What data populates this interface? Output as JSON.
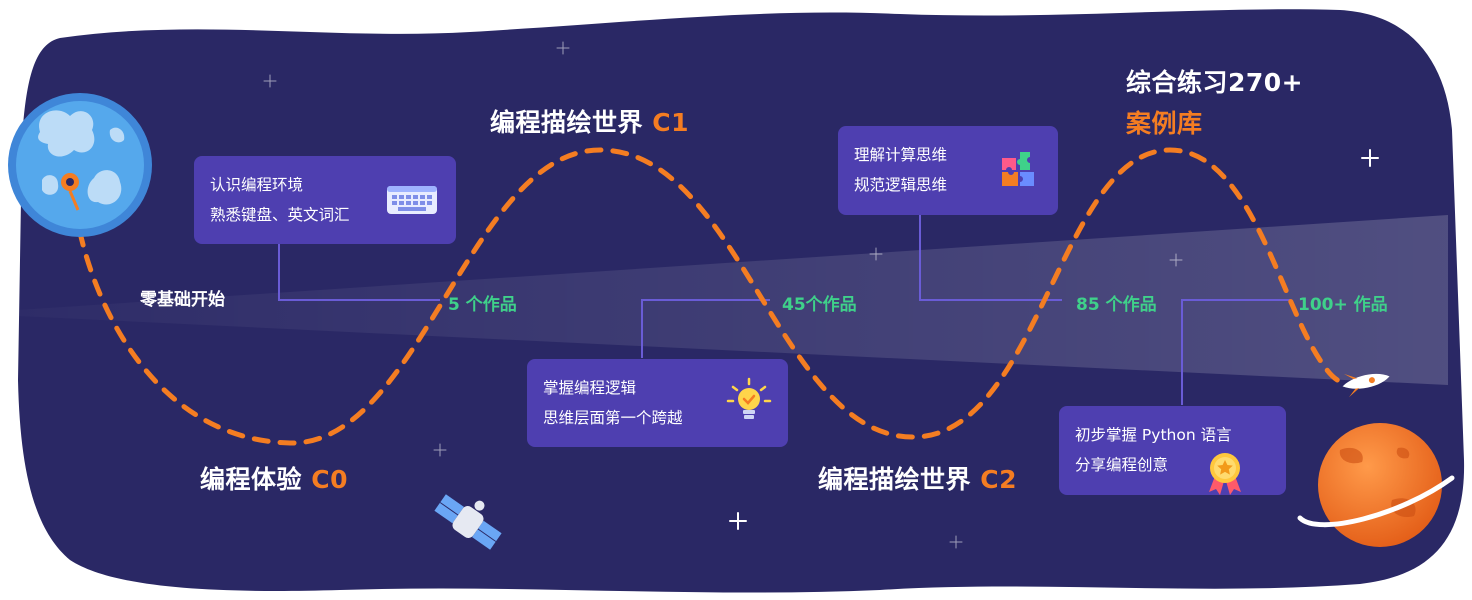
{
  "colors": {
    "background": "#2a2865",
    "card": "#4e3fb0",
    "path_dash": "#f47d22",
    "stage_code": "#f47d22",
    "count_text": "#3fd18a",
    "connector": "#6a5cd6"
  },
  "start_label": "零基础开始",
  "stages": {
    "c0": {
      "name": "编程体验",
      "code": "C0"
    },
    "c1": {
      "name": "编程描绘世界",
      "code": "C1"
    },
    "c2": {
      "name": "编程描绘世界",
      "code": "C2"
    },
    "final": {
      "line1": "综合练习270+",
      "line2": "案例库"
    }
  },
  "counts": [
    "5 个作品",
    "45个作品",
    "85 个作品",
    "100+ 作品"
  ],
  "cards": {
    "keyboard": {
      "lines": [
        "认识编程环境",
        "熟悉键盘、英文词汇"
      ],
      "icon": "keyboard-icon"
    },
    "bulb": {
      "lines": [
        "掌握编程逻辑",
        "思维层面第一个跨越"
      ],
      "icon": "lightbulb-icon"
    },
    "puzzle": {
      "lines": [
        "理解计算思维",
        "规范逻辑思维"
      ],
      "icon": "puzzle-icon"
    },
    "medal": {
      "lines": [
        "初步掌握 Python 语言",
        "分享编程创意"
      ],
      "icon": "medal-icon"
    }
  },
  "decorations": [
    "earth-icon",
    "satellite-icon",
    "rocket-icon",
    "planet-icon",
    "star-icon"
  ]
}
